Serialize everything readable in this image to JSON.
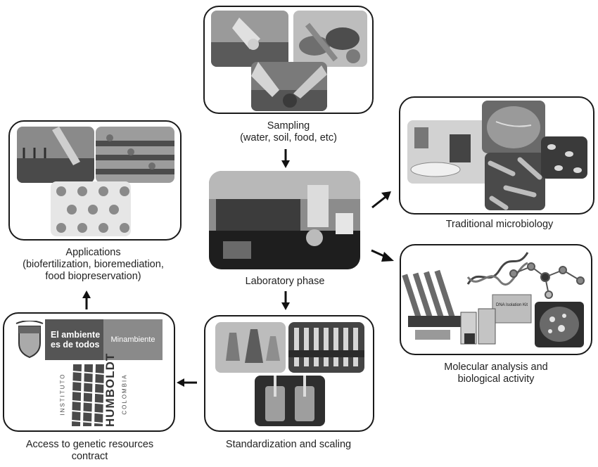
{
  "labels": {
    "sampling": "Sampling",
    "sampling_sub": "(water, soil, food, etc)",
    "laboratory": "Laboratory phase",
    "traditional": "Traditional microbiology",
    "molecular_1": "Molecular analysis and",
    "molecular_2": "biological activity",
    "standardization": "Standardization and scaling",
    "access_1": "Access to genetic resources",
    "access_2": "contract",
    "applications": "Applications",
    "applications_sub_1": "(biofertilization, bioremediation,",
    "applications_sub_2": "food biopreservation)"
  },
  "logos": {
    "ministry_line1": "El ambiente",
    "ministry_line2": "es de todos",
    "ministry_name": "Minambiente",
    "institute_top": "INSTITUTO",
    "institute_main": "HUMBOLDT",
    "institute_sub": "COLOMBIA"
  },
  "kit_label": "DNA Isolation Kit",
  "colors": {
    "border": "#1a1a1a",
    "arrow": "#111111",
    "logo_dark": "#555555",
    "logo_light": "#8a8a8a"
  }
}
